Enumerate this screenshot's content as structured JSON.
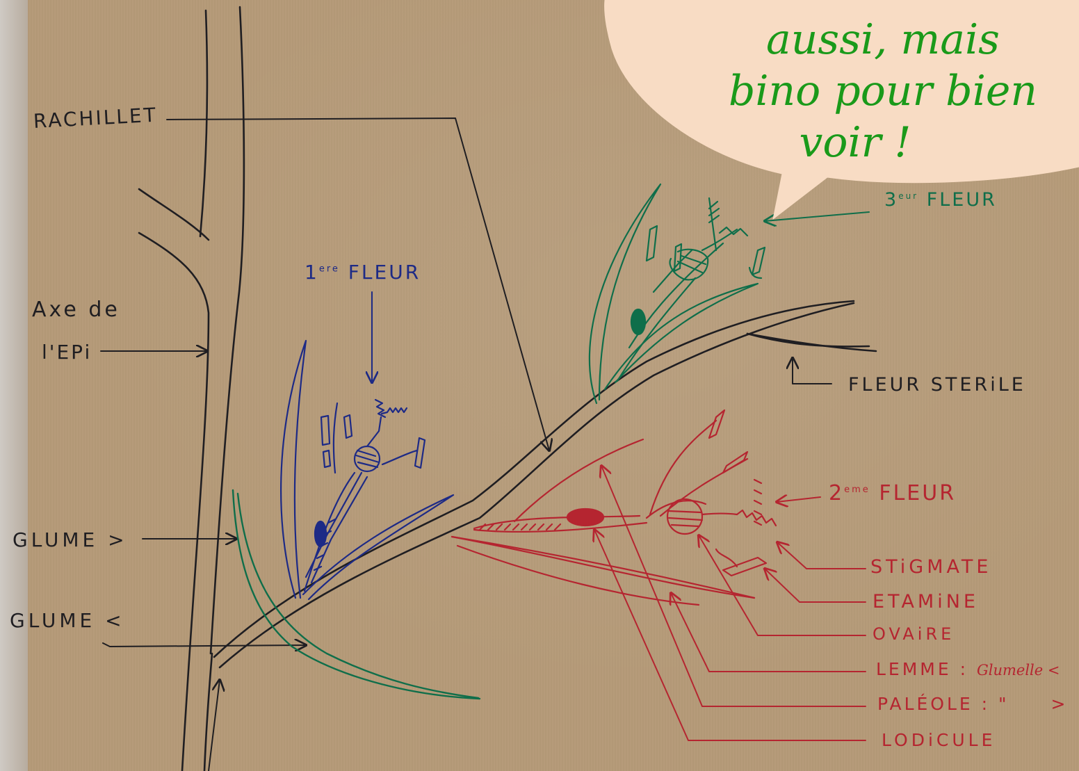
{
  "labels": {
    "rachillet": "RACHILLET",
    "axe_line1": "Axe de",
    "axe_line2": "l'EPi",
    "glume_upper": "GLUME >",
    "glume_lower": "GLUME <",
    "fleur1_num": "1",
    "fleur1_sup": "ere",
    "fleur1_text": "FLEUR",
    "fleur2_num": "2",
    "fleur2_sup": "eme",
    "fleur2_text": "FLEUR",
    "fleur3_num": "3",
    "fleur3_sup": "eur",
    "fleur3_text": "FLEUR",
    "fleur_sterile": "FLEUR  STERiLE",
    "stigmate": "STiGMATE",
    "etamine": "ETAMiNE",
    "ovaire": "OVAiRE",
    "lemme_main": "LEMME : ",
    "lemme_note": "Glumelle <",
    "paleole_main": "PALÉOLE :  \"",
    "paleole_note": ">",
    "lodicule": "LODiCULE"
  },
  "bubble": {
    "line1": "aussi, mais",
    "line2": "bino pour bien",
    "line3": "voir !"
  },
  "colors": {
    "paper": "#b59a78",
    "ink_black": "#1f1e22",
    "ink_blue": "#1d2a86",
    "ink_green": "#0f6e4a",
    "ink_red": "#b52530",
    "bubble_fill": "#f8dcc4",
    "bubble_text": "#1a9a1a"
  }
}
